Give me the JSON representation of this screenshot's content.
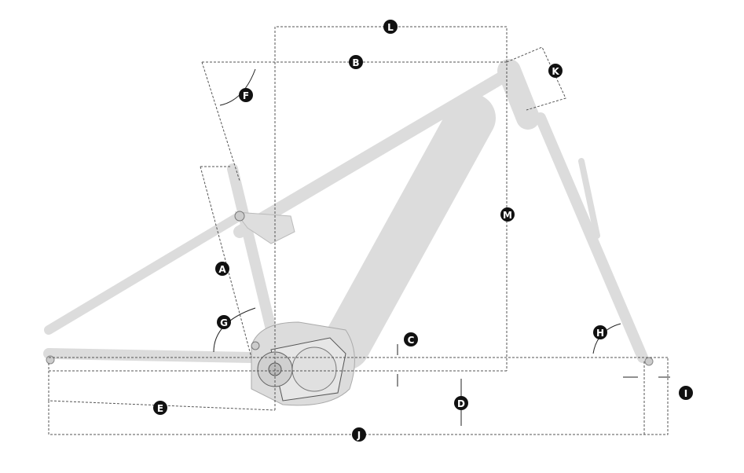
{
  "diagram": {
    "title": "Frame geometry",
    "markers": {
      "A": "A",
      "B": "B",
      "C": "C",
      "D": "D",
      "E": "E",
      "F": "F",
      "G": "G",
      "H": "H",
      "I": "I",
      "J": "J",
      "K": "K",
      "L": "L",
      "M": "M"
    },
    "colors": {
      "marker": "#111111",
      "frame": "#dcdcdc",
      "dimension_line": "#555555"
    }
  }
}
